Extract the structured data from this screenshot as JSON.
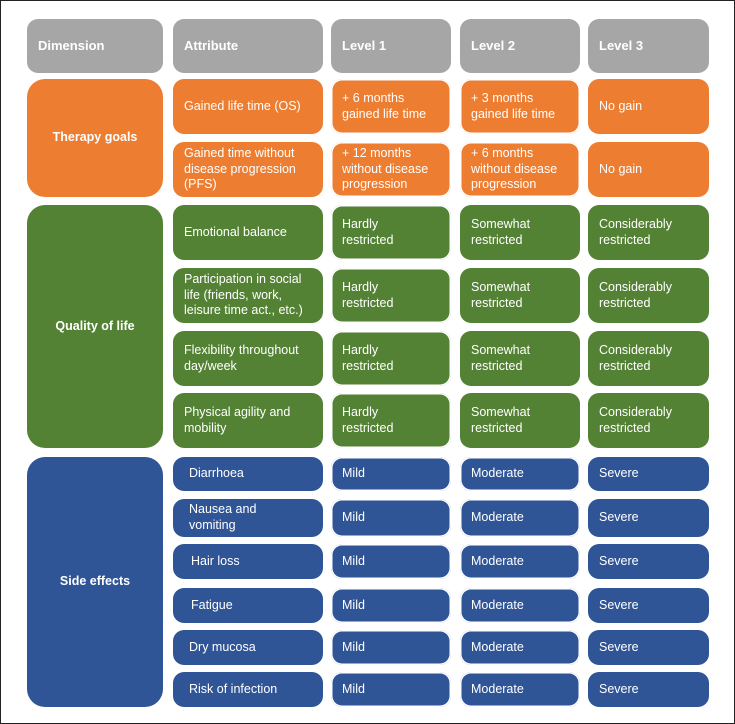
{
  "headers": {
    "dimension": "Dimension",
    "attribute": "Attribute",
    "level1": "Level 1",
    "level2": "Level 2",
    "level3": "Level 3"
  },
  "colors": {
    "header": "#a6a6a6",
    "therapy": "#ed7d31",
    "quality": "#548235",
    "side": "#2f5597"
  },
  "dimensions": {
    "therapy": "Therapy goals",
    "quality": "Quality of life",
    "side": "Side effects"
  },
  "therapy_rows": [
    {
      "attribute": "Gained life time (OS)",
      "level1": "+ 6 months\ngained life time",
      "level2": "+ 3 months\ngained life time",
      "level3": "No gain"
    },
    {
      "attribute": "Gained time without\ndisease progression\n(PFS)",
      "level1": "+ 12 months\nwithout disease\nprogression",
      "level2": "+ 6 months\nwithout disease\nprogression",
      "level3": "No gain"
    }
  ],
  "quality_rows": [
    {
      "attribute": "Emotional balance",
      "level1": "Hardly\nrestricted",
      "level2": "Somewhat\nrestricted",
      "level3": "Considerably\nrestricted"
    },
    {
      "attribute": "Participation in social\nlife (friends, work,\nleisure time act., etc.)",
      "level1": "Hardly\nrestricted",
      "level2": "Somewhat\nrestricted",
      "level3": "Considerably\nrestricted"
    },
    {
      "attribute": "Flexibility throughout\nday/week",
      "level1": "Hardly\nrestricted",
      "level2": "Somewhat\nrestricted",
      "level3": "Considerably\nrestricted"
    },
    {
      "attribute": "Physical agility and\nmobility",
      "level1": "Hardly\nrestricted",
      "level2": "Somewhat\nrestricted",
      "level3": "Considerably\nrestricted"
    }
  ],
  "side_rows": [
    {
      "attribute": "Diarrhoea",
      "level1": "Mild",
      "level2": "Moderate",
      "level3": "Severe"
    },
    {
      "attribute": "Nausea and\nvomiting",
      "level1": "Mild",
      "level2": "Moderate",
      "level3": "Severe"
    },
    {
      "attribute": "Hair loss",
      "level1": "Mild",
      "level2": "Moderate",
      "level3": "Severe"
    },
    {
      "attribute": "Fatigue",
      "level1": "Mild",
      "level2": "Moderate",
      "level3": "Severe"
    },
    {
      "attribute": "Dry mucosa",
      "level1": "Mild",
      "level2": "Moderate",
      "level3": "Severe"
    },
    {
      "attribute": "Risk of infection",
      "level1": "Mild",
      "level2": "Moderate",
      "level3": "Severe"
    }
  ]
}
